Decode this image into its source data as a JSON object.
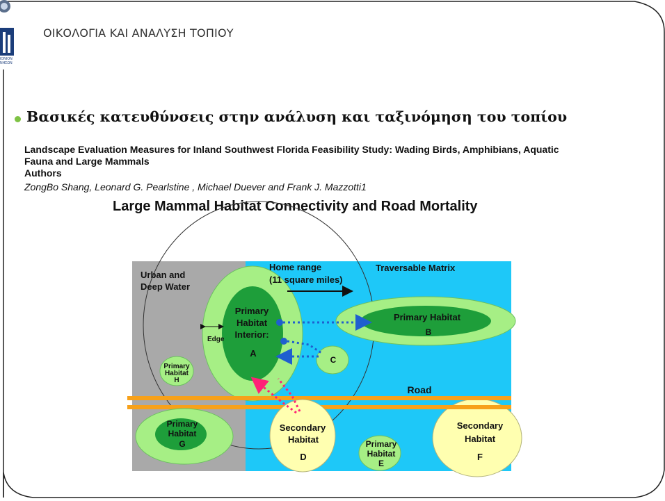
{
  "header": {
    "title": "ΟΙΚΟΛΟΓΙΑ ΚΑΙ ΑΝΑΛΥΣΗ ΤΟΠΙΟΥ",
    "logo_caption": "ΙΟΝΙΟΝ ΝΗΣΩΝ"
  },
  "bullet": {
    "text": "Βασικές κατευθύνσεις στην ανάλυση και ταξινόμηση του τοπίου"
  },
  "paper": {
    "title": "Landscape Evaluation Measures for Inland Southwest Florida Feasibility Study: Wading Birds, Amphibians, Aquatic Fauna and Large Mammals",
    "authors_label": "Authors",
    "authors": "ZongBo Shang, Leonard G. Pearlstine , Michael Duever and Frank J. Mazzotti1"
  },
  "figure": {
    "title": "Large Mammal Habitat Connectivity and Road Mortality",
    "labels": {
      "urban_1": "Urban and",
      "urban_2": "Deep Water",
      "home_range_1": "Home range",
      "home_range_2": "(11 square miles)",
      "traversable": "Traversable Matrix",
      "edge": "Edge",
      "a_1": "Primary",
      "a_2": "Habitat",
      "a_3": "Interior:",
      "a_4": "A",
      "b_1": "Primary Habitat",
      "b_2": "B",
      "c": "C",
      "h_1": "Primary",
      "h_2": "Habitat",
      "h_3": "H",
      "road": "Road",
      "g_1": "Primary",
      "g_2": "Habitat",
      "g_3": "G",
      "d_1": "Secondary",
      "d_2": "Habitat",
      "d_3": "D",
      "e_1": "Primary",
      "e_2": "Habitat",
      "e_3": "E",
      "f_1": "Secondary",
      "f_2": "Habitat",
      "f_3": "F"
    },
    "colors": {
      "urban_gray": "#a9a9a9",
      "matrix_blue": "#1ec8f8",
      "habitat_light_green": "#a6ef85",
      "habitat_dark_green": "#1e9e3a",
      "secondary_yellow": "#ffffb0",
      "road_orange": "#f7a11a",
      "connector_blue": "#1f5fcf",
      "mortality_pink": "#ff2277"
    }
  }
}
